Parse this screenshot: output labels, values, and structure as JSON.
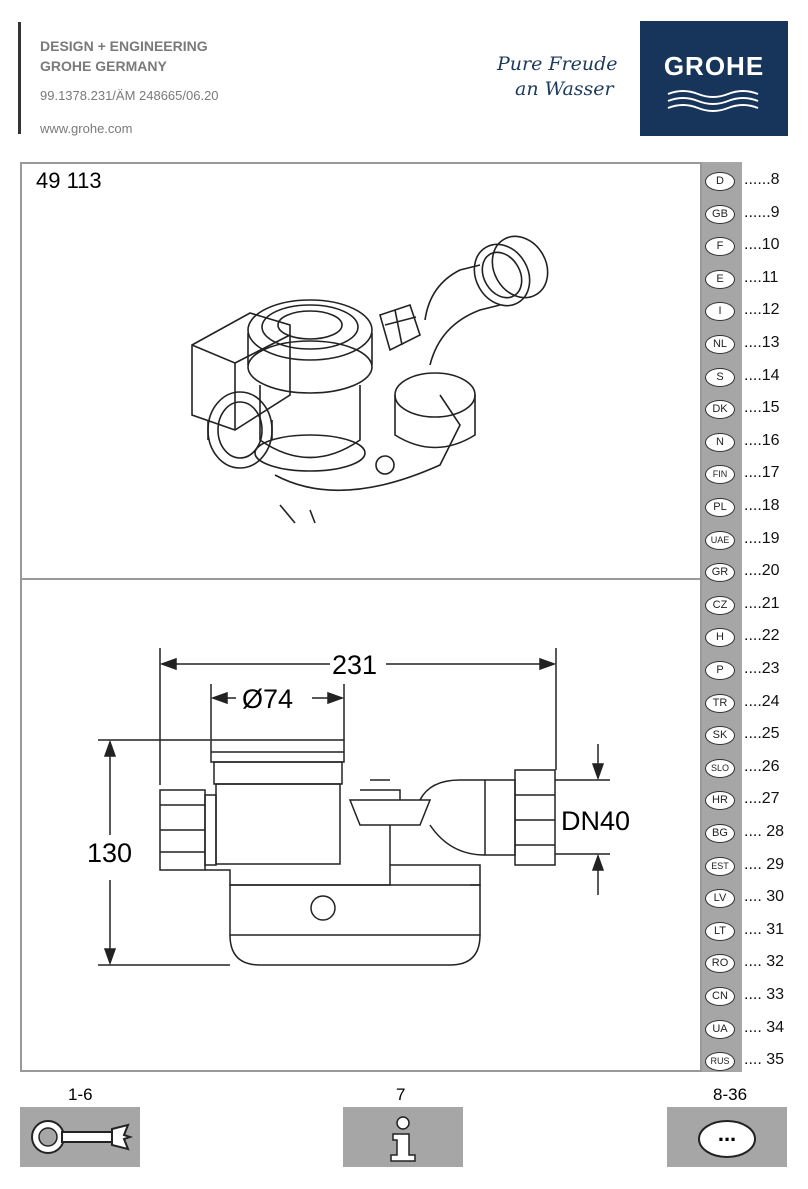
{
  "header": {
    "line1": "DESIGN + ENGINEERING",
    "line2": "GROHE GERMANY",
    "doc_number": "99.1378.231/ÄM 248665/06.20",
    "website": "www.grohe.com"
  },
  "brand": {
    "slogan_line1": "Pure Freude",
    "slogan_line2": "an Wasser",
    "logo_text": "GROHE",
    "logo_color": "#17355a"
  },
  "model_number": "49 113",
  "dimensions": {
    "width": "231",
    "diameter": "Ø74",
    "height": "130",
    "outlet": "DN40"
  },
  "languages": [
    {
      "code": "D",
      "page": "......8"
    },
    {
      "code": "GB",
      "page": "......9"
    },
    {
      "code": "F",
      "page": "....10"
    },
    {
      "code": "E",
      "page": "....11"
    },
    {
      "code": "I",
      "page": "....12"
    },
    {
      "code": "NL",
      "page": "....13"
    },
    {
      "code": "S",
      "page": "....14"
    },
    {
      "code": "DK",
      "page": "....15"
    },
    {
      "code": "N",
      "page": "....16"
    },
    {
      "code": "FIN",
      "page": "....17"
    },
    {
      "code": "PL",
      "page": "....18"
    },
    {
      "code": "UAE",
      "page": "....19"
    },
    {
      "code": "GR",
      "page": "....20"
    },
    {
      "code": "CZ",
      "page": "....21"
    },
    {
      "code": "H",
      "page": "....22"
    },
    {
      "code": "P",
      "page": "....23"
    },
    {
      "code": "TR",
      "page": "....24"
    },
    {
      "code": "SK",
      "page": "....25"
    },
    {
      "code": "SLO",
      "page": "....26"
    },
    {
      "code": "HR",
      "page": "....27"
    },
    {
      "code": "BG",
      "page": ".... 28"
    },
    {
      "code": "EST",
      "page": ".... 29"
    },
    {
      "code": "LV",
      "page": ".... 30"
    },
    {
      "code": "LT",
      "page": ".... 31"
    },
    {
      "code": "RO",
      "page": ".... 32"
    },
    {
      "code": "CN",
      "page": ".... 33"
    },
    {
      "code": "UA",
      "page": ".... 34"
    },
    {
      "code": "RUS",
      "page": ".... 35"
    }
  ],
  "footer": {
    "section1_pages": "1-6",
    "section1_icon": "wrench-icon",
    "section2_pages": "7",
    "section2_icon": "info-icon",
    "section3_pages": "8-36",
    "section3_icon": "more-icon",
    "section3_label": "..."
  }
}
